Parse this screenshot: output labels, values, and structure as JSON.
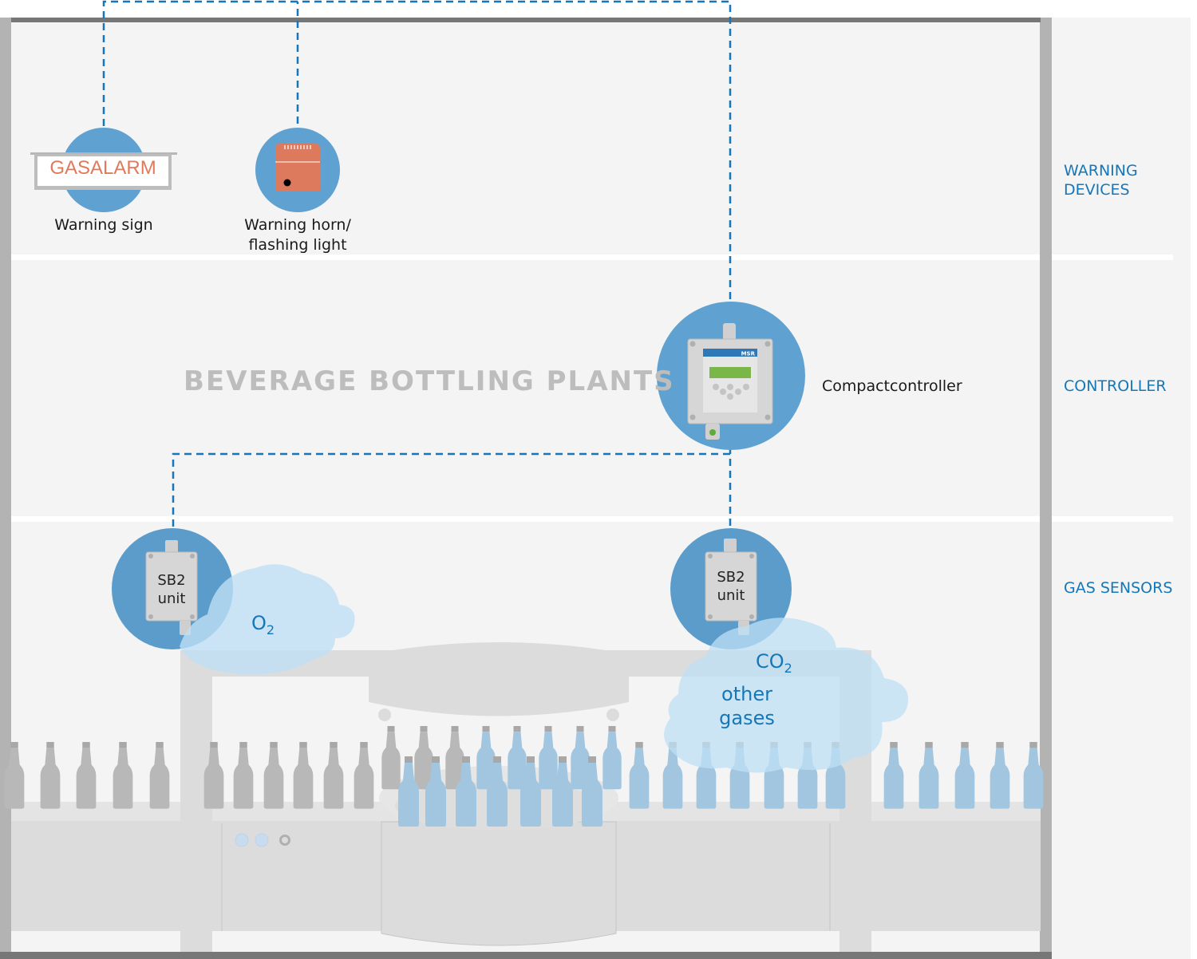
{
  "title": "BEVERAGE BOTTLING PLANTS",
  "sections": [
    {
      "id": "warning-devices",
      "label_lines": [
        "WARNING",
        "DEVICES"
      ]
    },
    {
      "id": "controller",
      "label_lines": [
        "CONTROLLER"
      ]
    },
    {
      "id": "gas-sensors",
      "label_lines": [
        "GAS SENSORS"
      ]
    }
  ],
  "devices": {
    "warning_sign": {
      "sign_text": "GASALARM",
      "caption": "Warning sign"
    },
    "warning_horn": {
      "caption_lines": [
        "Warning horn/",
        "flashing light"
      ]
    },
    "controller": {
      "caption": "Compactcontroller",
      "brand": "MSR"
    },
    "sensor_left": {
      "label_lines": [
        "SB2",
        "unit"
      ],
      "gas": "O",
      "gas_sub": "2"
    },
    "sensor_right": {
      "label_lines": [
        "SB2",
        "unit"
      ],
      "gas": "CO",
      "gas_sub": "2",
      "other_lines": [
        "other",
        "gases"
      ]
    }
  },
  "colors": {
    "accent": "#1677b8",
    "circle": "#5fa1d0",
    "cloud": "#bfe0f5",
    "horn": "#dd7a5e",
    "bottle_grey": "#b8b8b8",
    "bottle_blue": "#a2c6e0",
    "frame": "#777777"
  }
}
